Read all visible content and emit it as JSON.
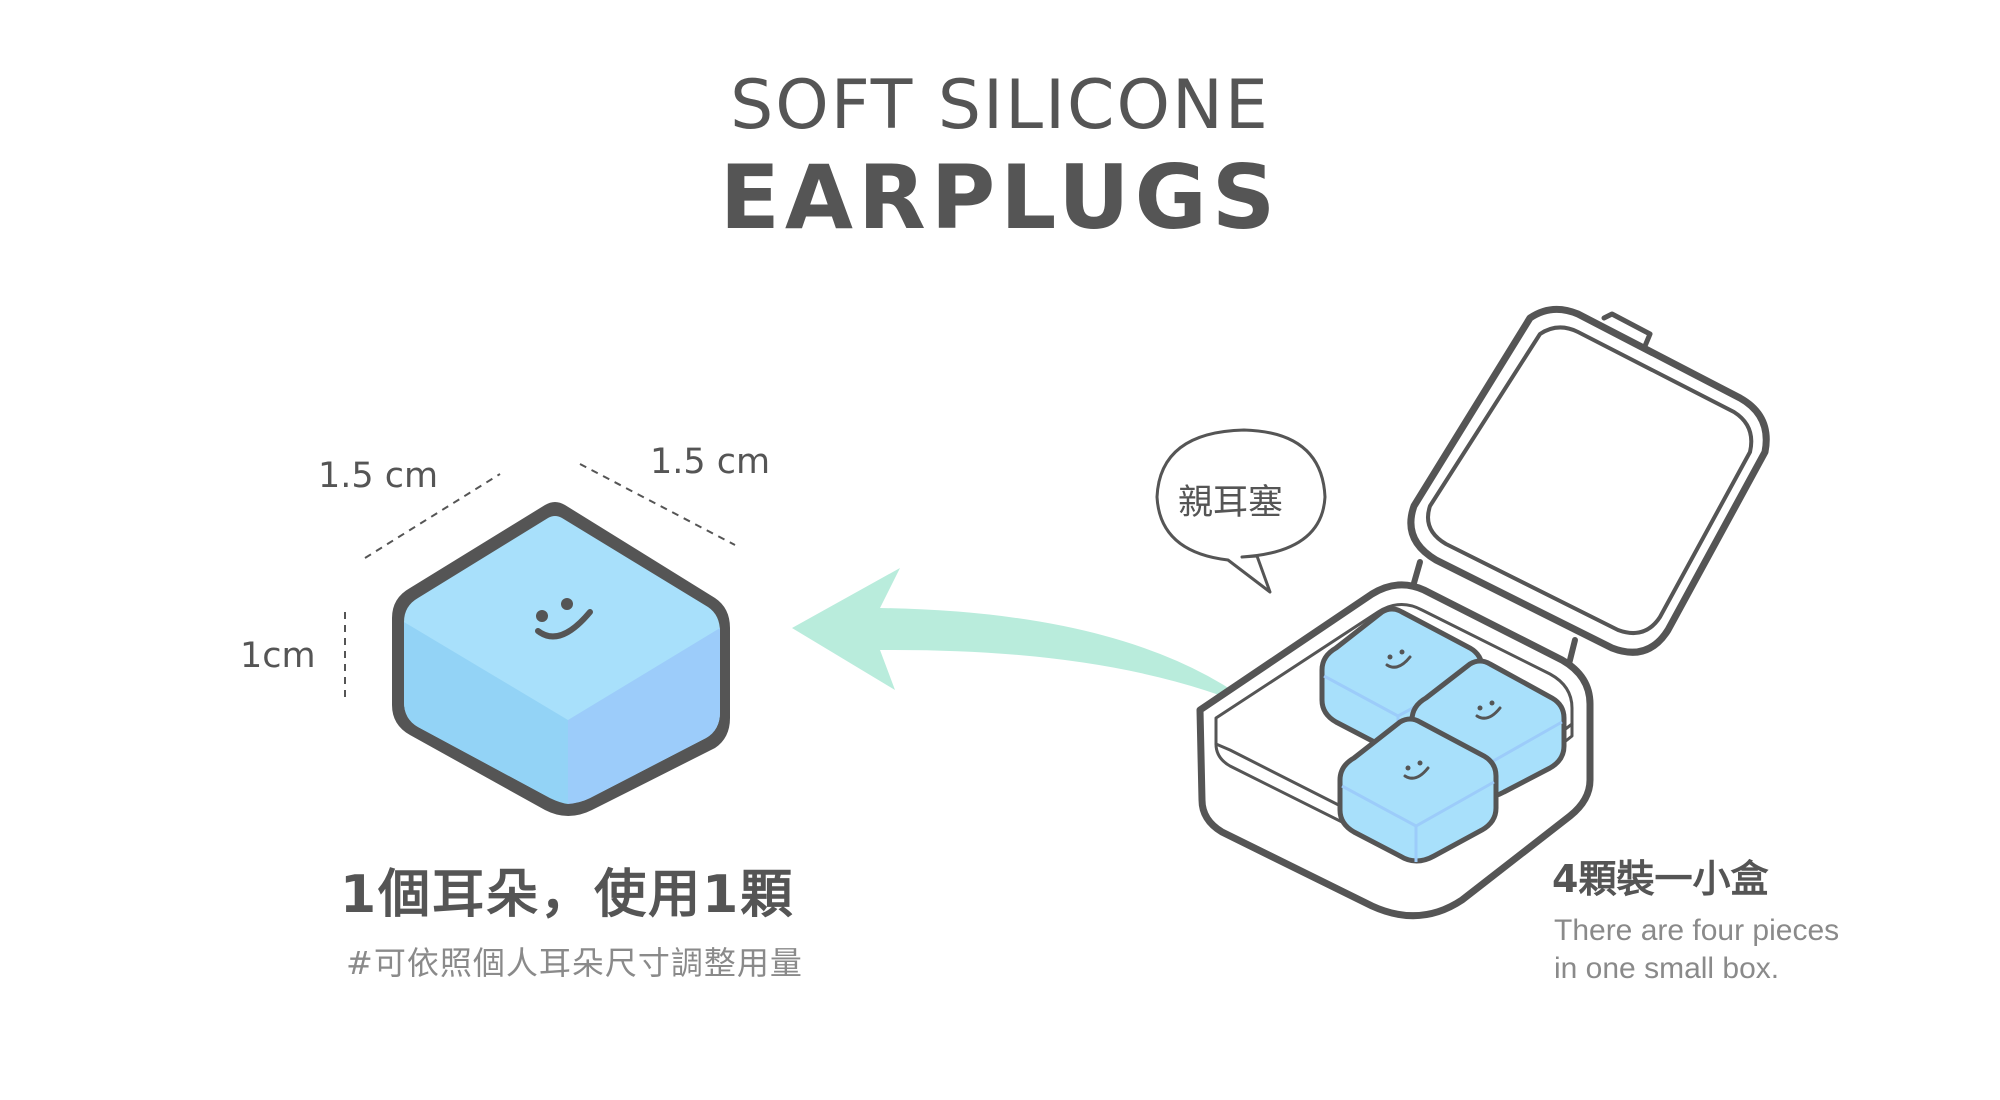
{
  "title": {
    "line1": "SOFT SILICONE",
    "line2": "EARPLUGS"
  },
  "dimensions": {
    "width_left": "1.5 cm",
    "width_right": "1.5 cm",
    "height": "1cm"
  },
  "earplug": {
    "caption": "1個耳朵，使用1顆",
    "note": "#可依照個人耳朵尺寸調整用量"
  },
  "box": {
    "bubble": "親耳塞",
    "title": "4顆裝一小盒",
    "description_line1": "There are four pieces",
    "description_line2": "in one small box."
  },
  "colors": {
    "outline": "#555555",
    "cube_top": "#a8e0fb",
    "cube_side_left": "#93d3f6",
    "cube_side_right": "#9cccfa",
    "arrow": "#b9ecdc",
    "muted_text": "#8a8a8a"
  },
  "icons": [
    "smiley-face-icon",
    "curved-arrow-icon",
    "speech-bubble-icon"
  ]
}
